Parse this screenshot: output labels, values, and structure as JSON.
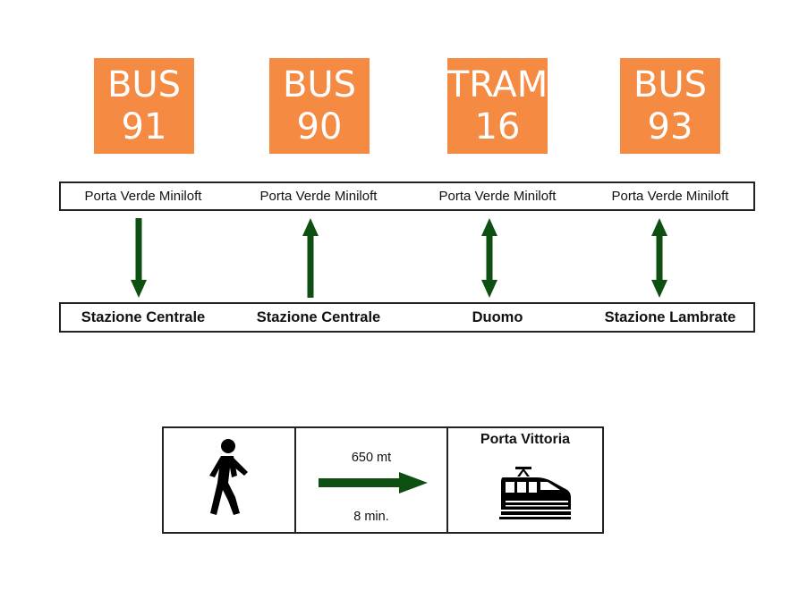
{
  "colors": {
    "badge": "#f58a42",
    "arrow": "#0e4f12",
    "icon": "#000000"
  },
  "routes": [
    {
      "type": "BUS",
      "number": "91",
      "origin": "Porta Verde Miniloft",
      "destination": "Stazione Centrale",
      "direction": "down"
    },
    {
      "type": "BUS",
      "number": "90",
      "origin": "Porta Verde Miniloft",
      "destination": "Stazione Centrale",
      "direction": "up"
    },
    {
      "type": "TRAM",
      "number": "16",
      "origin": "Porta Verde Miniloft",
      "destination": "Duomo",
      "direction": "both"
    },
    {
      "type": "BUS",
      "number": "93",
      "origin": "Porta Verde Miniloft",
      "destination": "Stazione Lambrate",
      "direction": "both"
    }
  ],
  "walk": {
    "distance": "650 mt",
    "time": "8 min.",
    "station": "Porta Vittoria",
    "icons": {
      "walker": "pedestrian-icon",
      "arrow": "right-arrow-icon",
      "train": "train-icon"
    }
  }
}
